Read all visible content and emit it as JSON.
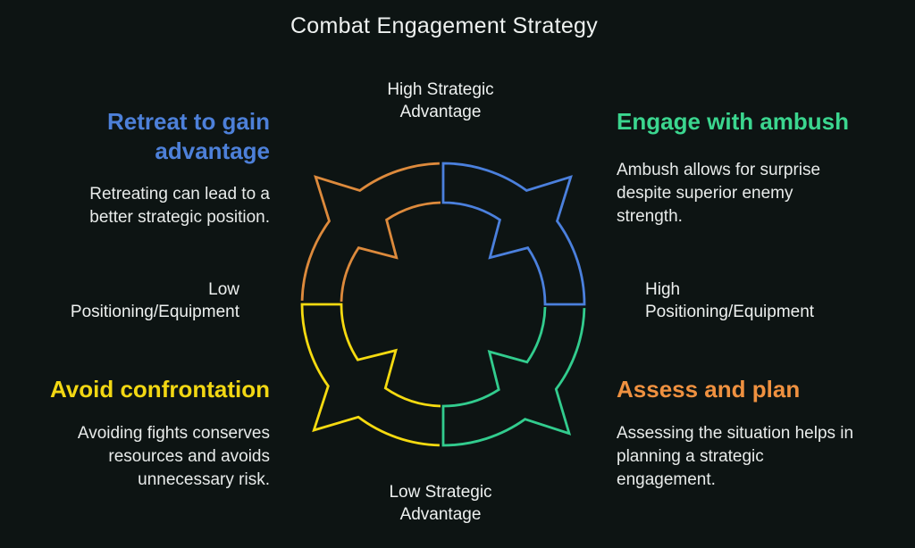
{
  "title": "Combat Engagement Strategy",
  "colors": {
    "background": "#0d1413",
    "body_text": "#e8ebea",
    "axis_text": "#eef1f0",
    "title_text": "#eef1f0"
  },
  "quadrants": {
    "top_left": {
      "heading": "Retreat to gain advantage",
      "description": "Retreating can lead to a better strategic position.",
      "color": "#4d80d9"
    },
    "top_right": {
      "heading": "Engage with ambush",
      "description": "Ambush allows for surprise despite superior enemy strength.",
      "color": "#3bd68f"
    },
    "bottom_left": {
      "heading": "Avoid confrontation",
      "description": "Avoiding fights conserves resources and avoids unnecessary risk.",
      "color": "#f2d713"
    },
    "bottom_right": {
      "heading": "Assess and plan",
      "description": "Assessing the situation helps in planning a strategic engagement.",
      "color": "#ef9140"
    }
  },
  "axes": {
    "top": {
      "line1": "High Strategic",
      "line2": "Advantage"
    },
    "bottom": {
      "line1": "Low Strategic",
      "line2": "Advantage"
    },
    "left": {
      "line1": "Low",
      "line2": "Positioning/Equipment"
    },
    "right": {
      "line1": "High",
      "line2": "Positioning/Equipment"
    }
  },
  "cycle": {
    "segments": [
      {
        "name": "top-left",
        "color": "#dd8a3c"
      },
      {
        "name": "top-right",
        "color": "#4b80dd"
      },
      {
        "name": "bottom-right",
        "color": "#32cc8e"
      },
      {
        "name": "bottom-left",
        "color": "#f5da10"
      }
    ]
  }
}
